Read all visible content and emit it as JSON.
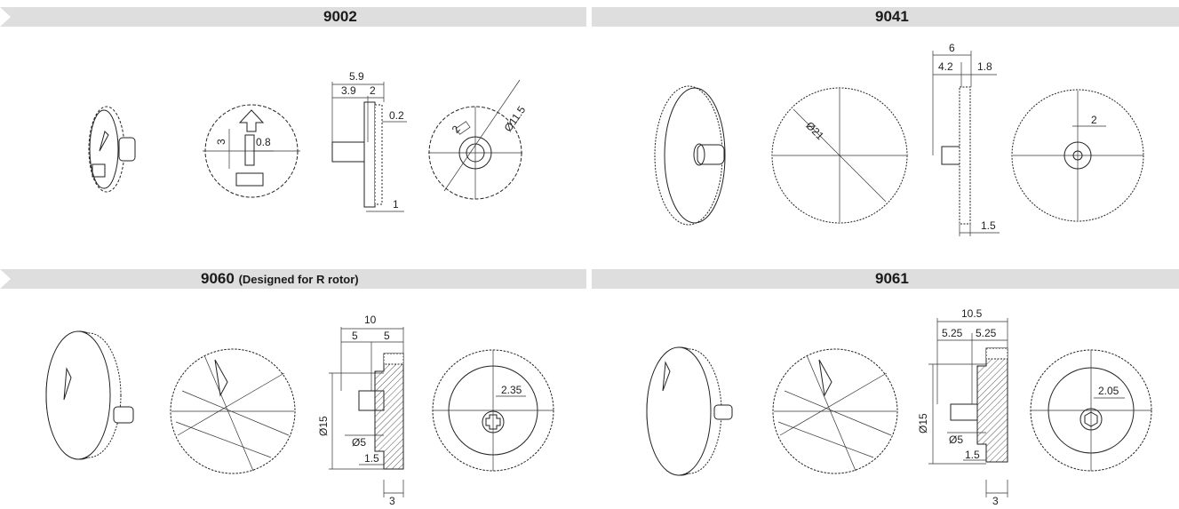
{
  "sections": [
    {
      "id": "9002",
      "title": "9002",
      "subtitle": "",
      "dims": {
        "overall": "5.9",
        "a": "3.9",
        "b": "2",
        "c": "0.2",
        "d": "1",
        "e": "3",
        "f": "0.8",
        "g": "2",
        "dia": "Ø11.5"
      }
    },
    {
      "id": "9041",
      "title": "9041",
      "subtitle": "",
      "dims": {
        "overall": "6",
        "a": "4.2",
        "b": "1.8",
        "c": "1.5",
        "d": "2",
        "dia": "Ø21"
      }
    },
    {
      "id": "9060",
      "title": "9060",
      "subtitle": "(Designed for R rotor)",
      "dims": {
        "overall": "10",
        "a": "5",
        "b": "5",
        "dia_outer": "Ø15",
        "dia_shaft": "Ø5",
        "c": "1.5",
        "d": "3",
        "e": "2.35"
      }
    },
    {
      "id": "9061",
      "title": "9061",
      "subtitle": "",
      "dims": {
        "overall": "10.5",
        "a": "5.25",
        "b": "5.25",
        "dia_outer": "Ø15",
        "dia_shaft": "Ø5",
        "c": "1.5",
        "d": "3",
        "e": "2.05"
      }
    }
  ],
  "colors": {
    "band": "#dedede",
    "ink": "#222222"
  }
}
